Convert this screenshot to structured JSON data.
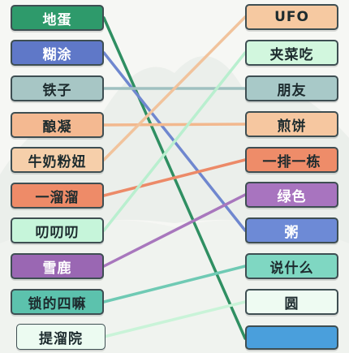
{
  "left_items": [
    {
      "label": "地蛋",
      "color": "#2e9a6b",
      "dark": true
    },
    {
      "label": "糊涂",
      "color": "#5f78c8",
      "dark": true
    },
    {
      "label": "铁子",
      "color": "#a7c6c5",
      "dark": false
    },
    {
      "label": "酿凝",
      "color": "#f4b991",
      "dark": false
    },
    {
      "label": "牛奶粉妞",
      "color": "#f6cfaa",
      "dark": false
    },
    {
      "label": "一溜溜",
      "color": "#ee8b68",
      "dark": false
    },
    {
      "label": "叨叨叨",
      "color": "#c6f5da",
      "dark": false
    },
    {
      "label": "雪鹿",
      "color": "#9a67b3",
      "dark": true
    },
    {
      "label": "锁的四嘛",
      "color": "#5cc2ad",
      "dark": false
    },
    {
      "label": "提溜院",
      "color": "#ecfbf1",
      "dark": false
    }
  ],
  "right_items": [
    {
      "label": "UFO",
      "color": "#f6c9a1",
      "dark": false
    },
    {
      "label": "夹菜吃",
      "color": "#d2f7de",
      "dark": false
    },
    {
      "label": "朋友",
      "color": "#a8c9c8",
      "dark": false
    },
    {
      "label": "煎饼",
      "color": "#f6c7a0",
      "dark": false
    },
    {
      "label": "一排一栋",
      "color": "#ee8c69",
      "dark": false
    },
    {
      "label": "绿色",
      "color": "#a874bf",
      "dark": true
    },
    {
      "label": "粥",
      "color": "#6d8ad6",
      "dark": true
    },
    {
      "label": "说什么",
      "color": "#7fd7c2",
      "dark": false
    },
    {
      "label": "圆",
      "color": "#eefbf2",
      "dark": false
    },
    {
      "label": "",
      "color": "#4a9fdc",
      "dark": true
    }
  ],
  "connections": [
    {
      "from": 0,
      "to": 9,
      "color": "#2f8f62"
    },
    {
      "from": 1,
      "to": 6,
      "color": "#6f87cf"
    },
    {
      "from": 2,
      "to": 2,
      "color": "#9fc0c0"
    },
    {
      "from": 3,
      "to": 3,
      "color": "#f2b88e"
    },
    {
      "from": 4,
      "to": 0,
      "color": "#f1c39c"
    },
    {
      "from": 5,
      "to": 4,
      "color": "#ec8a68"
    },
    {
      "from": 6,
      "to": 1,
      "color": "#b9efcf"
    },
    {
      "from": 7,
      "to": 5,
      "color": "#a877bd"
    },
    {
      "from": 8,
      "to": 7,
      "color": "#6fcab4"
    },
    {
      "from": 9,
      "to": 8,
      "color": "#c9f3d8"
    }
  ]
}
